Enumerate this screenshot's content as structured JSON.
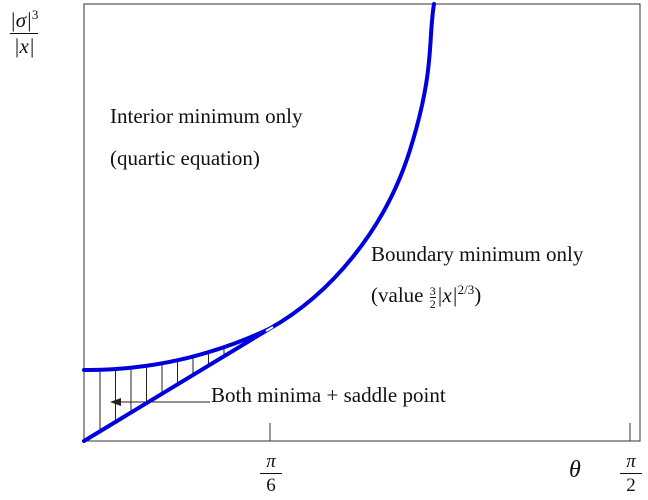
{
  "y_axis_label": {
    "numerator": "|σ|",
    "numerator_exp": "3",
    "denominator": "|x|"
  },
  "x_axis": {
    "symbol": "θ",
    "tick_pi6": {
      "num": "π",
      "den": "6"
    },
    "tick_pi2": {
      "num": "π",
      "den": "2"
    }
  },
  "regions": {
    "interior_line1": "Interior minimum only",
    "interior_line2": "(quartic equation)",
    "boundary_line1": "Boundary minimum only",
    "boundary_prefix": "(value",
    "boundary_frac_num": "3",
    "boundary_frac_den": "2",
    "boundary_abs": "|x|",
    "boundary_exp": "2/3",
    "boundary_suffix": ")"
  },
  "annotation": "Both minima + saddle point",
  "colors": {
    "curve": "#0000dd",
    "frame": "#333333",
    "hatch": "#222222"
  }
}
